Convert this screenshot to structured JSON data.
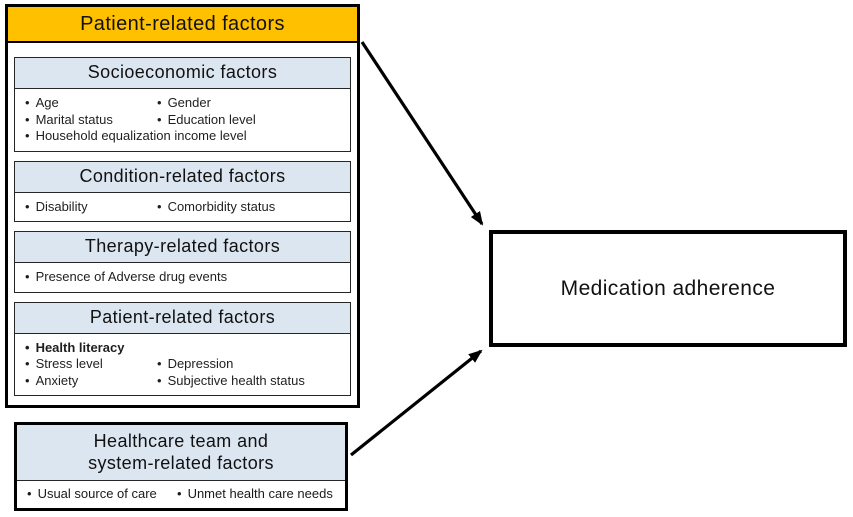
{
  "colors": {
    "group_header_bg": "#FFC000",
    "section_header_bg": "#DCE6F1",
    "border": "#000000",
    "text": "#1A1A1A"
  },
  "group": {
    "title": "Patient-related factors",
    "sections": [
      {
        "title": "Socioeconomic factors",
        "col1": [
          "Age",
          "Marital status"
        ],
        "col2": [
          "Gender",
          "Education level"
        ],
        "full": "Household equalization income level"
      },
      {
        "title": "Condition-related factors",
        "col1": [
          "Disability"
        ],
        "col2": [
          "Comorbidity status"
        ]
      },
      {
        "title": "Therapy-related factors",
        "full": "Presence of Adverse drug events"
      },
      {
        "title": "Patient-related factors",
        "bold": "Health literacy",
        "col1": [
          "Stress level",
          "Anxiety"
        ],
        "col2": [
          "Depression",
          "Subjective health status"
        ]
      }
    ]
  },
  "healthcare": {
    "title_line1": "Healthcare team and",
    "title_line2": "system-related factors",
    "col1": "Usual source of care",
    "col2": "Unmet health care needs"
  },
  "outcome": {
    "label": "Medication adherence"
  }
}
